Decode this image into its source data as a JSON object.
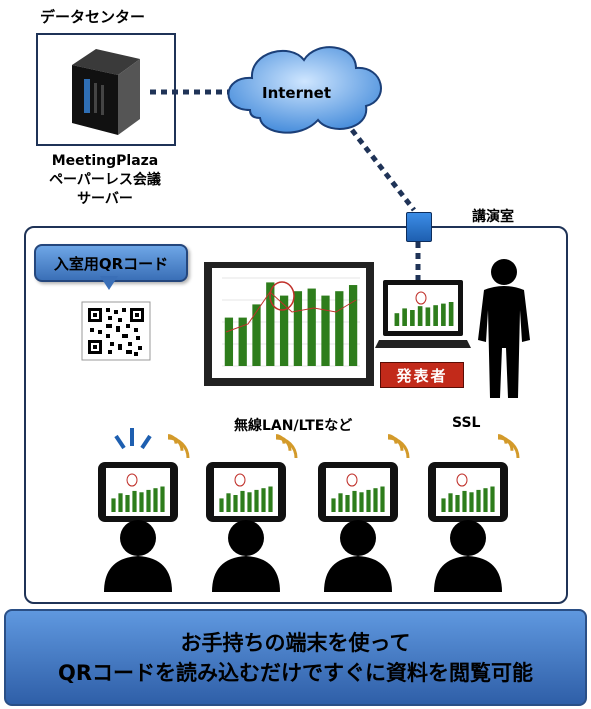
{
  "datacenter": {
    "title": "データセンター"
  },
  "server": {
    "name": "MeetingPlaza",
    "desc1": "ペーパーレス会議",
    "desc2": "サーバー"
  },
  "cloud": {
    "label": "Internet"
  },
  "room": {
    "label": "講演室"
  },
  "qr_callout": {
    "label": "入室用QRコード"
  },
  "presenter": {
    "label": "発表者"
  },
  "network": {
    "wireless_label": "無線LAN/LTEなど",
    "ssl_label": "SSL"
  },
  "banner": {
    "line1": "お手持ちの端末を使って",
    "line2": "QRコードを読み込むだけですぐに資料を閲覧可能"
  },
  "slide_chart": {
    "type": "bar",
    "values": [
      55,
      55,
      70,
      95,
      80,
      85,
      88,
      80,
      85,
      92
    ]
  },
  "tablet_chart": {
    "type": "bar",
    "values": [
      40,
      55,
      50,
      62,
      58,
      65,
      70,
      75
    ]
  },
  "colors": {
    "frame": "#1f3357",
    "banner": "#3f76c3",
    "bar": "#2e7d1c",
    "badge": "#c22a1a",
    "wifi": "#d39a2a"
  },
  "attendees": 4
}
